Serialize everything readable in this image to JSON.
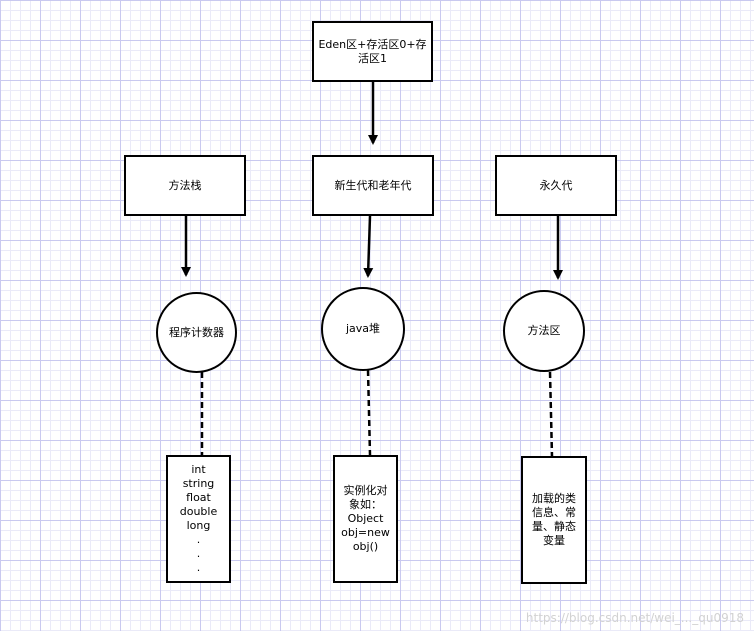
{
  "nodes": {
    "top_box": "Eden区+存活区0+存活区1",
    "method_stack": "方法栈",
    "young_old": "新生代和老年代",
    "permanent": "永久代",
    "program_counter": "程序计数器",
    "java_heap": "java堆",
    "method_area": "方法区",
    "counter_note": [
      "int",
      "string",
      "float",
      "double",
      "long",
      ".",
      ".",
      "."
    ],
    "heap_note": "实例化对象如： Object obj=new obj()",
    "area_note": "加载的类信息、常量、静态变量"
  },
  "watermark": "https://blog.csdn.net/wei_..._qu0918"
}
